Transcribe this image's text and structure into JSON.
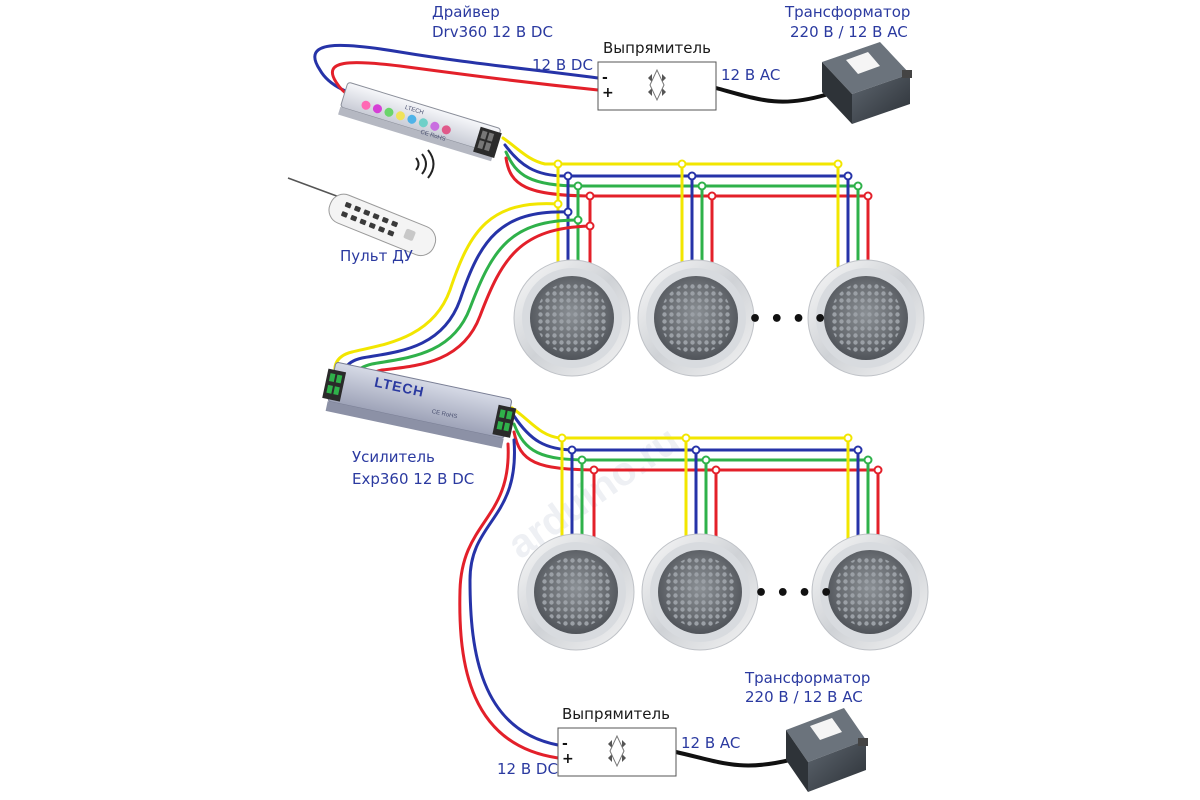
{
  "diagram": {
    "driver": {
      "title": "Драйвер",
      "model": "Drv360 12 В DC",
      "brand": "LTECH",
      "marks": "CE RoHS"
    },
    "rectifier_top": {
      "label": "Выпрямитель",
      "input": "12 В AC",
      "output": "12 В DC",
      "minus": "-",
      "plus": "+"
    },
    "transformer_top": {
      "title": "Трансформатор",
      "rating": "220 В / 12 В AC"
    },
    "remote": {
      "label": "Пульт ДУ"
    },
    "amplifier": {
      "title": "Усилитель",
      "model": "Exp360 12 В DC",
      "brand": "LTECH",
      "marks": "CE RoHS"
    },
    "rectifier_bottom": {
      "label": "Выпрямитель",
      "input": "12 В AC",
      "output": "12 В DC",
      "minus": "-",
      "plus": "+"
    },
    "transformer_bottom": {
      "title": "Трансформатор",
      "rating": "220 В / 12 В AC"
    },
    "lamp_rows": [
      {
        "name": "upper",
        "lamps": 3,
        "ellipsis": "• • • •"
      },
      {
        "name": "lower",
        "lamps": 3,
        "ellipsis": "• • • •"
      }
    ],
    "wire_colors": {
      "yellow": "#f2e600",
      "blue": "#2633a8",
      "green": "#2fb14a",
      "red": "#e3202a",
      "black": "#111111"
    },
    "watermark": "arduino.ru"
  }
}
